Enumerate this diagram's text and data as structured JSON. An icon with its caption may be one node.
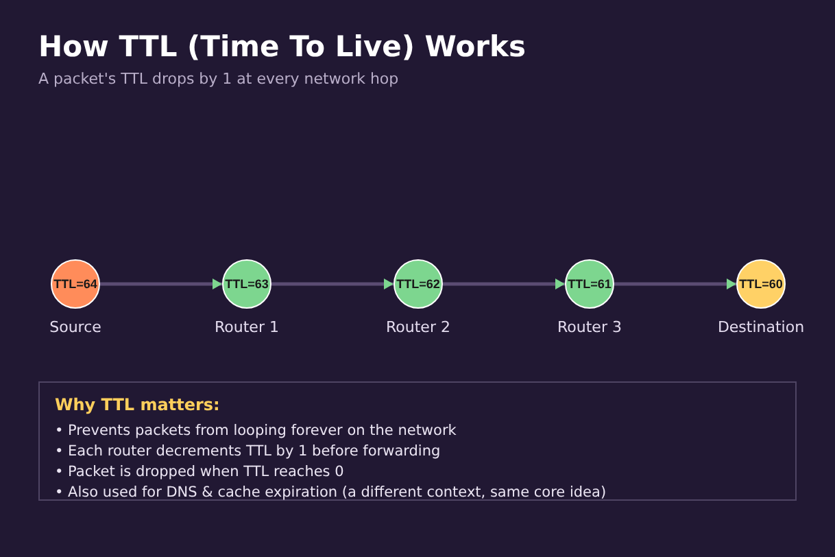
{
  "diagram": {
    "title": "How TTL (Time To Live) Works",
    "caption": "A packet's TTL drops by 1 at every network hop",
    "nodes": [
      {
        "text": [
          "TTL=64"
        ],
        "beside": [
          "Source"
        ]
      },
      {
        "text": [
          "TTL=63"
        ],
        "beside": [
          "Router 1"
        ]
      },
      {
        "text": [
          "TTL=62"
        ],
        "beside": [
          "Router 2"
        ]
      },
      {
        "text": [
          "TTL=61"
        ],
        "beside": [
          "Router 3"
        ]
      },
      {
        "text": [
          "TTL=60"
        ],
        "beside": [
          "Destination"
        ]
      },
      {
        "text": [
          "Why TTL matters:",
          "• Prevents packets from looping forever on the network",
          "• Each router decrements TTL by 1 before forwarding",
          "• Packet is dropped when TTL reaches 0",
          "• Also used for DNS & cache expiration (a different context, same core idea)"
        ]
      }
    ],
    "edges": [
      {
        "from": 0,
        "to": 1,
        "arrow": "to"
      },
      {
        "from": 1,
        "to": 2,
        "arrow": "to"
      },
      {
        "from": 2,
        "to": 3,
        "arrow": "to"
      },
      {
        "from": 3,
        "to": 4,
        "arrow": "to"
      }
    ]
  }
}
